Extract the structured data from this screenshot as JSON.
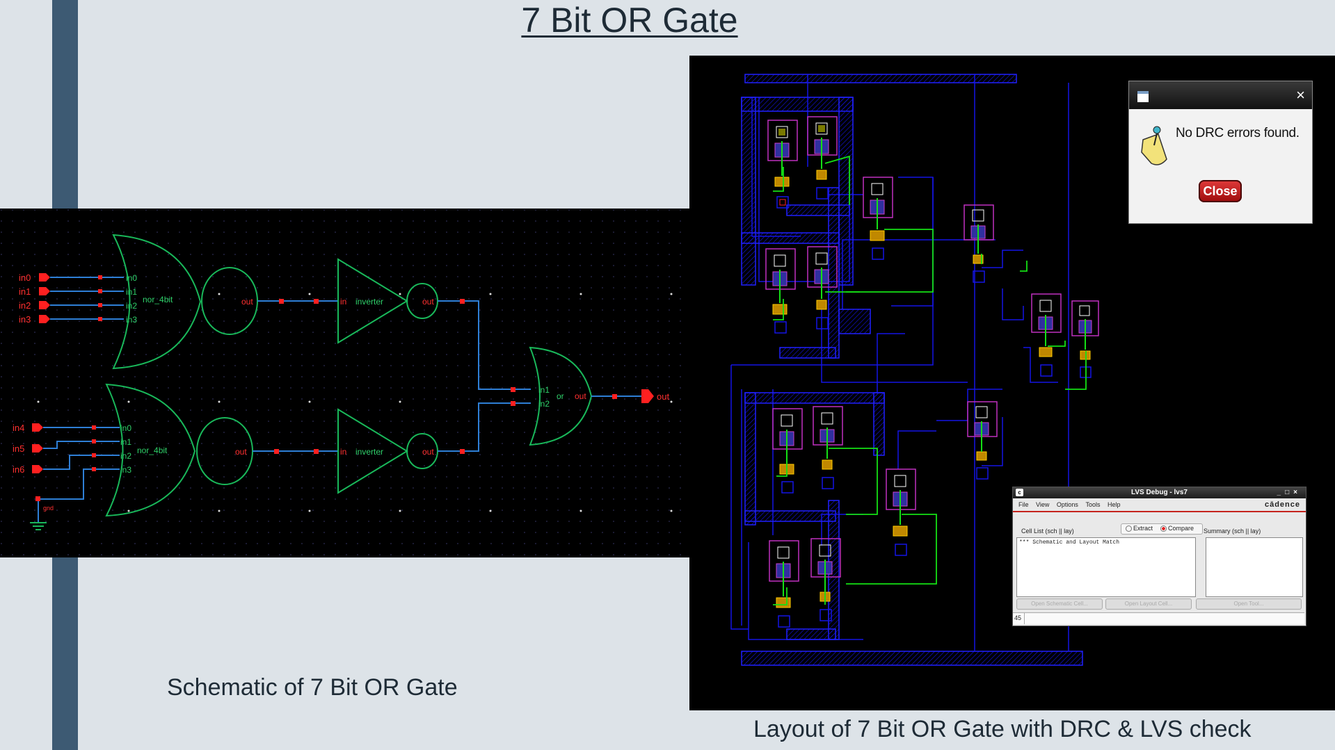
{
  "slide": {
    "title": "7 Bit OR Gate",
    "caption_schematic": "Schematic of 7 Bit OR Gate",
    "caption_layout": "Layout of 7 Bit OR Gate with DRC & LVS check"
  },
  "schematic": {
    "inputs_top": [
      "in0",
      "in1",
      "in2",
      "in3"
    ],
    "inputs_bottom": [
      "in4",
      "in5",
      "in6"
    ],
    "nor_pins_top": [
      "in0",
      "in1",
      "in2",
      "in3"
    ],
    "nor_pins_bottom": [
      "in0",
      "in1",
      "in2",
      "in3"
    ],
    "nor_label": "nor_4bit",
    "inverter_label": "inverter",
    "pin_in": "in",
    "pin_out": "out",
    "or_label": "or",
    "or_pins": [
      "in1",
      "in2"
    ],
    "output_label": "out",
    "gnd_label": "gnd"
  },
  "drc_dialog": {
    "message": "No DRC errors found.",
    "close_label": "Close",
    "close_glyph": "×"
  },
  "lvs_window": {
    "title": "LVS Debug - lvs7",
    "menu": [
      "File",
      "View",
      "Options",
      "Tools",
      "Help"
    ],
    "brand": "cādence",
    "cell_list_label": "Cell List (sch || lay)",
    "mode_options": [
      "Extract",
      "Compare"
    ],
    "selected_mode": "Compare",
    "summary_label": "Summary (sch || lay)",
    "result_text": "*** Schematic and Layout Match",
    "buttons": [
      "Open Schematic Cell...",
      "Open Layout Cell...",
      "Open Tool..."
    ],
    "status": "45"
  },
  "colors": {
    "wire": "#2e7fd6",
    "gate": "#19b85a",
    "label_red": "#ff2020",
    "label_green": "#2fd06a",
    "metal_blue": "#1414e6",
    "poly_green": "#15e015"
  }
}
